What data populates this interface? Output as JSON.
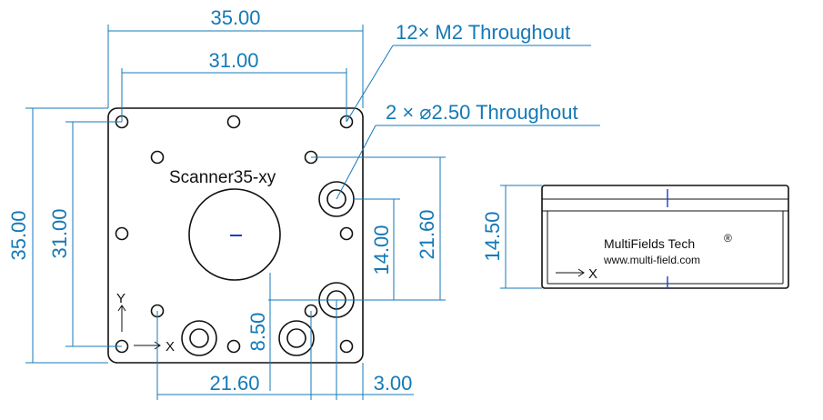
{
  "dimensions": {
    "overall_width": "35.00",
    "hole_spacing_width": "31.00",
    "overall_height": "35.00",
    "hole_spacing_height": "31.00",
    "side_height": "14.50",
    "port_vertical_spacing": "14.00",
    "port_vertical_offset": "21.60",
    "bottom_port_offset": "8.50",
    "bottom_port_spacing": "21.60",
    "bottom_edge_offset": "3.00"
  },
  "callouts": {
    "m2_holes": "12× M2 Throughout",
    "pin_holes": "2 × ⌀2.50 Throughout"
  },
  "labels": {
    "model_name": "Scanner35-xy",
    "axis_x": "X",
    "axis_y": "Y",
    "side_axis_x": "X",
    "brand_name": "MultiFields Tech",
    "brand_mark": "®",
    "brand_url": "www.multi-field.com"
  },
  "colors": {
    "dimension": "#1479b8",
    "outline": "#111111"
  }
}
